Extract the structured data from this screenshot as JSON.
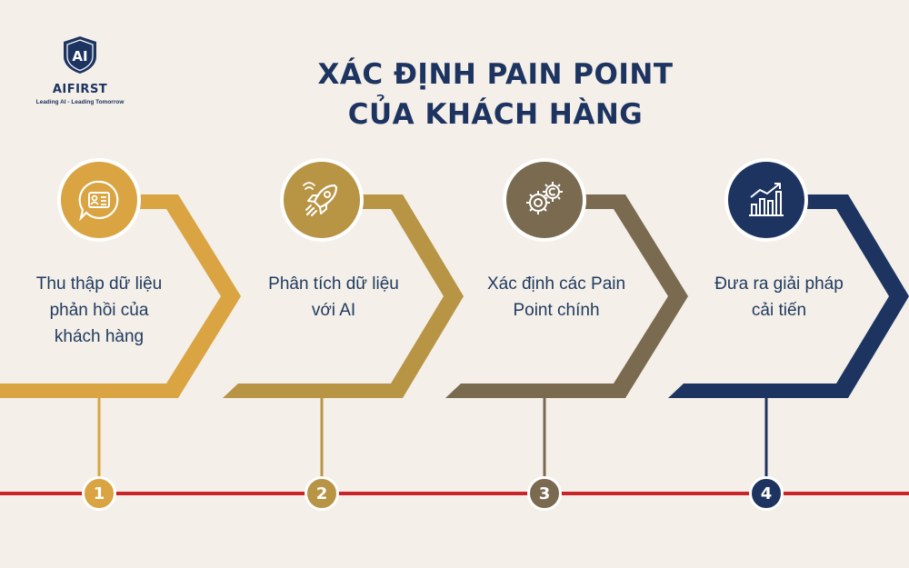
{
  "brand": {
    "logo_text": "AI",
    "name": "AIFIRST",
    "tagline": "Leading AI - Leading Tomorrow"
  },
  "title": {
    "line1": "XÁC ĐỊNH PAIN POINT",
    "line2": "CỦA KHÁCH HÀNG"
  },
  "colors": {
    "background": "#f4efe8",
    "navy": "#1d3461",
    "timeline": "#c8242a",
    "step1": "#d9a441",
    "step2": "#b89445",
    "step3": "#7a6a50",
    "step4": "#1d3461"
  },
  "steps": [
    {
      "number": "1",
      "icon": "customer-feedback-icon",
      "lines": [
        "Thu thập dữ liệu",
        "phản hồi của",
        "khách hàng"
      ]
    },
    {
      "number": "2",
      "icon": "rocket-icon",
      "lines": [
        "Phân tích dữ liệu",
        "với AI"
      ]
    },
    {
      "number": "3",
      "icon": "gears-icon",
      "lines": [
        "Xác định các Pain",
        "Point chính"
      ]
    },
    {
      "number": "4",
      "icon": "growth-chart-icon",
      "lines": [
        "Đưa ra giải pháp",
        "cải tiến"
      ]
    }
  ]
}
